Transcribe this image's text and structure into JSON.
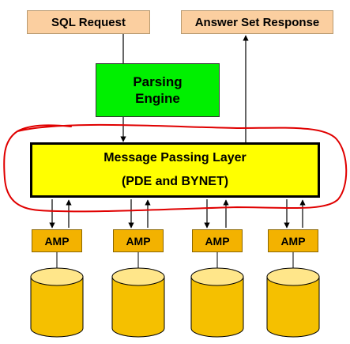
{
  "boxes": {
    "sql_request": "SQL Request",
    "answer_set_response": "Answer Set Response",
    "parsing_engine_line1": "Parsing",
    "parsing_engine_line2": "Engine",
    "mpl_line1": "Message Passing Layer",
    "mpl_line2": "(PDE and BYNET)"
  },
  "amps": [
    {
      "label": "AMP"
    },
    {
      "label": "AMP"
    },
    {
      "label": "AMP"
    },
    {
      "label": "AMP"
    }
  ],
  "colors": {
    "request_box": "#FBCFA0",
    "parsing_engine": "#00F000",
    "message_passing_layer": "#FFFF00",
    "amp": "#F3B200",
    "disk": "#F5C000",
    "highlight_loop": "#E00000"
  }
}
